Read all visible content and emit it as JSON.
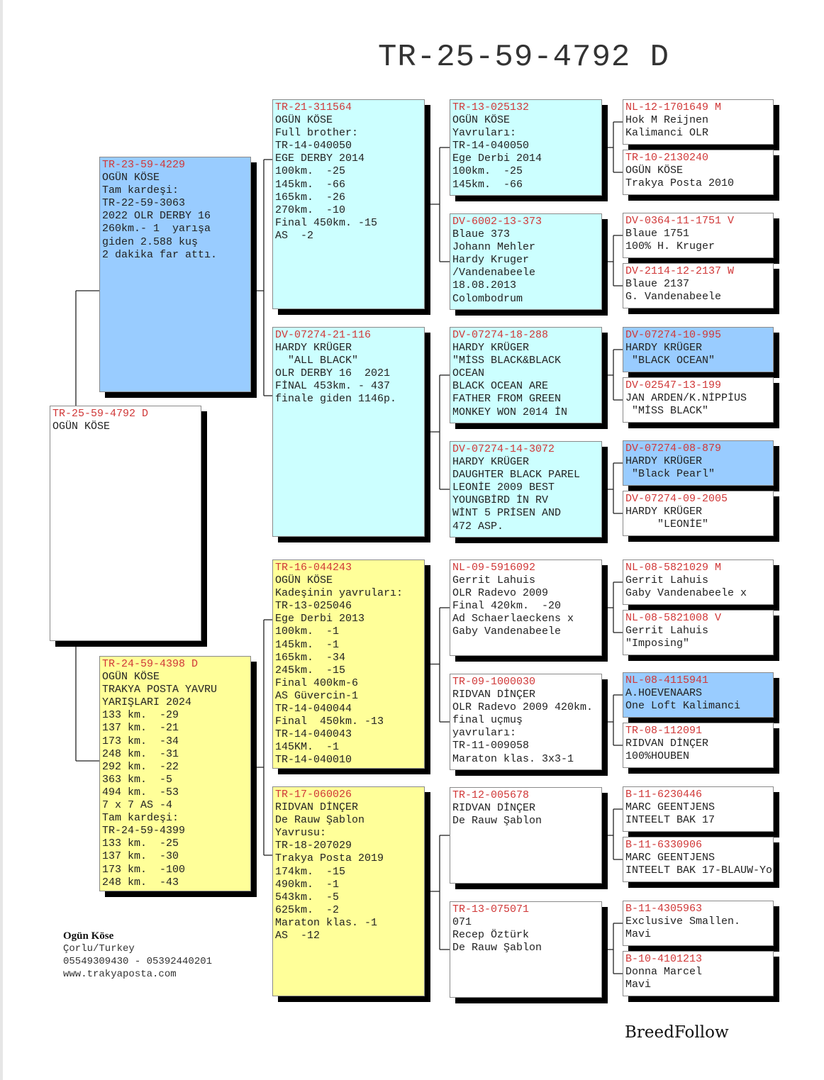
{
  "title": "TR-25-59-4792 D",
  "colors": {
    "blue": "#99ccff",
    "cyan": "#ccffff",
    "yellow": "#ffff99",
    "white": "#ffffff",
    "ring": "#d03838"
  },
  "boxes": {
    "subject": {
      "ring": "TR-25-59-4792 D",
      "color": "#ffffff",
      "lines": [
        "OGÜN KÖSE"
      ]
    },
    "s": {
      "ring": "TR-23-59-4229",
      "color": "#99ccff",
      "lines": [
        "OGÜN KÖSE",
        "Tam kardeşi:",
        "TR-22-59-3063",
        "2022 OLR DERBY 16",
        "260km.- 1  yarışa",
        "giden 2.588 kuş",
        "2 dakika far attı."
      ]
    },
    "d": {
      "ring": "TR-24-59-4398 D",
      "color": "#ffff99",
      "lines": [
        "OGÜN KÖSE",
        "TRAKYA POSTA YAVRU",
        "YARIŞLARI 2024",
        "133 km.  -29",
        "137 km.  -21",
        "173 km.  -34",
        "248 km.  -31",
        "292 km.  -22",
        "363 km.  -5",
        "494 km.  -53",
        "7 x 7 AS -4",
        "Tam kardeşi:",
        "TR-24-59-4399",
        "133 km.  -25",
        "137 km.  -30",
        "173 km.  -100",
        "248 km.  -43"
      ]
    },
    "ss": {
      "ring": "TR-21-311564",
      "color": "#ccffff",
      "lines": [
        "OGÜN KÖSE",
        "Full brother:",
        "TR-14-040050",
        "EGE DERBY 2014",
        "100km.  -25",
        "145km.  -66",
        "165km.  -26",
        "270km.  -10",
        "Final 450km. -15",
        "AS  -2"
      ]
    },
    "sd": {
      "ring": "DV-07274-21-116",
      "color": "#ccffff",
      "lines": [
        "HARDY KRÜGER",
        "  \"ALL BLACK\"",
        "OLR DERBY 16  2021",
        "FİNAL 453km. - 437",
        "finale giden 1146p."
      ]
    },
    "ds": {
      "ring": "TR-16-044243",
      "color": "#ffff99",
      "lines": [
        "OGÜN KÖSE",
        "Kadeşinin yavruları:",
        "TR-13-025046",
        "Ege Derbi 2013",
        "100km.  -1",
        "145km.  -1",
        "165km.  -34",
        "245km.  -15",
        "Final 400km-6",
        "AS Güvercin-1",
        "TR-14-040044",
        "Final  450km. -13",
        "TR-14-040043",
        "145KM.  -1",
        "TR-14-040010"
      ]
    },
    "dd": {
      "ring": "TR-17-060026",
      "color": "#ffff99",
      "lines": [
        "RIDVAN DİNÇER",
        "De Rauw Şablon",
        "Yavrusu:",
        "TR-18-207029",
        "Trakya Posta 2019",
        "174km.  -15",
        "490km.  -1",
        "543km.  -5",
        "625km.  -2",
        "Maraton klas. -1",
        "AS  -12"
      ]
    },
    "sss": {
      "ring": "TR-13-025132",
      "color": "#ccffff",
      "lines": [
        "OGÜN KÖSE",
        "Yavruları:",
        "TR-14-040050",
        "Ege Derbi 2014",
        "100km.  -25",
        "145km.  -66"
      ]
    },
    "ssd": {
      "ring": "DV-6002-13-373",
      "color": "#ccffff",
      "lines": [
        "Blaue 373",
        "Johann Mehler",
        "Hardy Kruger",
        "/Vandenabeele",
        "18.08.2013",
        "Colombodrum"
      ]
    },
    "sds": {
      "ring": "DV-07274-18-288",
      "color": "#ccffff",
      "lines": [
        "HARDY KRÜGER",
        "\"MİSS BLACK&BLACK",
        "OCEAN",
        "BLACK OCEAN ARE",
        "FATHER FROM GREEN",
        "MONKEY WON 2014 İN"
      ]
    },
    "sdd": {
      "ring": "DV-07274-14-3072",
      "color": "#ccffff",
      "lines": [
        "HARDY KRÜGER",
        "DAUGHTER BLACK PAREL",
        "LEONİE 2009 BEST",
        "YOUNGBİRD İN RV",
        "WİNT 5 PRİSEN AND",
        "472 ASP."
      ]
    },
    "dss": {
      "ring": "NL-09-5916092",
      "color": "#ffffff",
      "lines": [
        "Gerrit Lahuis",
        "OLR Radevo 2009",
        "Final 420km.  -20",
        "Ad Schaerlaeckens x",
        "Gaby Vandenabeele"
      ]
    },
    "dsd": {
      "ring": "TR-09-1000030",
      "color": "#ffffff",
      "lines": [
        "RIDVAN DİNÇER",
        "OLR Radevo 2009 420km.",
        "final uçmuş",
        "yavruları:",
        "TR-11-009058",
        "Maraton klas. 3x3-1"
      ]
    },
    "dds": {
      "ring": "TR-12-005678",
      "color": "#ffffff",
      "lines": [
        "RIDVAN DİNÇER",
        "De Rauw Şablon"
      ]
    },
    "ddd": {
      "ring": "TR-13-075071",
      "color": "#ffffff",
      "lines": [
        "071",
        "Recep Öztürk",
        "De Rauw Şablon"
      ]
    },
    "ssss": {
      "ring": "NL-12-1701649 M",
      "color": "#ffffff",
      "lines": [
        "Hok M Reijnen",
        "Kalimanci OLR"
      ]
    },
    "sssd": {
      "ring": "TR-10-2130240",
      "color": "#ffffff",
      "lines": [
        "OGÜN KÖSE",
        "Trakya Posta 2010"
      ]
    },
    "ssds": {
      "ring": "DV-0364-11-1751 V",
      "color": "#ffffff",
      "lines": [
        "Blaue 1751",
        "100% H. Kruger"
      ]
    },
    "ssdd": {
      "ring": "DV-2114-12-2137 W",
      "color": "#ffffff",
      "lines": [
        "Blaue 2137",
        "G. Vandenabeele"
      ]
    },
    "sdss": {
      "ring": "DV-07274-10-995",
      "color": "#99ccff",
      "lines": [
        "HARDY KRÜGER",
        " \"BLACK OCEAN\""
      ]
    },
    "sdsd": {
      "ring": "DV-02547-13-199",
      "color": "#ffffff",
      "lines": [
        "JAN ARDEN/K.NİPPİUS",
        " \"MİSS BLACK\""
      ]
    },
    "sdds": {
      "ring": "DV-07274-08-879",
      "color": "#99ccff",
      "lines": [
        "HARDY KRÜGER",
        " \"Black Pearl\""
      ]
    },
    "sddd": {
      "ring": "DV-07274-09-2005",
      "color": "#ffffff",
      "lines": [
        "HARDY KRÜGER",
        "     \"LEONİE\""
      ]
    },
    "dsss": {
      "ring": "NL-08-5821029 M",
      "color": "#ffffff",
      "lines": [
        "Gerrit Lahuis",
        "Gaby Vandenabeele x"
      ]
    },
    "dssd": {
      "ring": "NL-08-5821008 V",
      "color": "#ffffff",
      "lines": [
        "Gerrit Lahuis",
        "\"Imposing\""
      ]
    },
    "dsds": {
      "ring": "NL-08-4115941",
      "color": "#99ccff",
      "lines": [
        "A.HOEVENAARS",
        "One Loft Kalimanci"
      ]
    },
    "dsdd": {
      "ring": "TR-08-112091",
      "color": "#ffffff",
      "lines": [
        "RIDVAN DİNÇER",
        "100%HOUBEN"
      ]
    },
    "ddss": {
      "ring": "B-11-6230446",
      "color": "#ffffff",
      "lines": [
        "MARC GEENTJENS",
        "INTEELT BAK 17"
      ]
    },
    "ddsd": {
      "ring": "B-11-6330906",
      "color": "#ffffff",
      "lines": [
        "MARC GEENTJENS",
        "INTEELT BAK 17-BLAUW-Yo"
      ]
    },
    "ddds": {
      "ring": "B-11-4305963",
      "color": "#ffffff",
      "lines": [
        "Exclusive Smallen.",
        "Mavi"
      ]
    },
    "dddd": {
      "ring": "B-10-4101213",
      "color": "#ffffff",
      "lines": [
        "Donna Marcel",
        "Mavi"
      ]
    }
  },
  "footer": {
    "name": "Ogün Köse",
    "city": "Çorlu/Turkey",
    "phones": "05549309430 - 05392440201",
    "website": "www.trakyaposta.com"
  },
  "brand": "BreedFollow"
}
